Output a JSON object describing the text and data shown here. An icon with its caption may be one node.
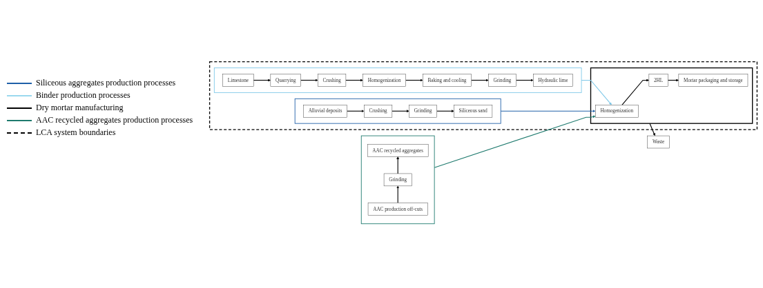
{
  "diagram": {
    "nodes": [
      {
        "text": [],
        "shape": "box"
      },
      {
        "text": [],
        "shape": "box",
        "in": 0
      },
      {
        "text": [
          "Limestone"
        ],
        "in": 1
      },
      {
        "text": [
          "Quarrying"
        ],
        "in": 1
      },
      {
        "text": [
          "Crushing"
        ],
        "in": 1
      },
      {
        "text": [
          "Homogenization"
        ],
        "in": 1
      },
      {
        "text": [
          "Baking and cooling"
        ],
        "in": 1
      },
      {
        "text": [
          "Grinding"
        ],
        "in": 1
      },
      {
        "text": [
          "Hydraulic lime"
        ],
        "in": 1
      },
      {
        "text": [],
        "shape": "box",
        "in": 0
      },
      {
        "text": [
          "Alluvial deposits"
        ],
        "in": 9
      },
      {
        "text": [
          "Crushing"
        ],
        "in": 9
      },
      {
        "text": [
          "Grinding"
        ],
        "in": 9
      },
      {
        "text": [
          "Siliceous sand"
        ],
        "in": 9
      },
      {
        "text": [],
        "shape": "box"
      },
      {
        "text": [
          "AAC recycled aggregates"
        ],
        "in": 14
      },
      {
        "text": [
          "Grinding"
        ],
        "in": 14
      },
      {
        "text": [
          "AAC production off-cuts"
        ],
        "in": 14
      },
      {
        "text": [],
        "shape": "box",
        "in": 0
      },
      {
        "text": [
          "Homogenization"
        ],
        "in": 18
      },
      {
        "text": [
          "2HL"
        ],
        "in": 18
      },
      {
        "text": [
          "Mortar packaging and storage"
        ],
        "in": 18
      },
      {
        "text": [
          "Waste"
        ]
      }
    ],
    "edges": [
      {
        "from": 2,
        "to": 3,
        "arrow": "to"
      },
      {
        "from": 3,
        "to": 4,
        "arrow": "to"
      },
      {
        "from": 4,
        "to": 5,
        "arrow": "to"
      },
      {
        "from": 5,
        "to": 6,
        "arrow": "to"
      },
      {
        "from": 6,
        "to": 7,
        "arrow": "to"
      },
      {
        "from": 7,
        "to": 8,
        "arrow": "to"
      },
      {
        "from": 10,
        "to": 11,
        "arrow": "to"
      },
      {
        "from": 11,
        "to": 12,
        "arrow": "to"
      },
      {
        "from": 12,
        "to": 13,
        "arrow": "to"
      },
      {
        "from": 17,
        "to": 16,
        "arrow": "to"
      },
      {
        "from": 16,
        "to": 15,
        "arrow": "to"
      },
      {
        "from": 1,
        "to": 19,
        "arrow": "to",
        "color": "#7ec8e8"
      },
      {
        "from": 9,
        "to": 19,
        "arrow": "to",
        "color": "#1f5fa8"
      },
      {
        "from": 14,
        "to": 19,
        "arrow": "to",
        "color": "#1e7a6e"
      },
      {
        "from": 19,
        "to": 20,
        "arrow": "to"
      },
      {
        "from": 20,
        "to": 21,
        "arrow": "to"
      },
      {
        "from": 18,
        "to": 22,
        "arrow": "to"
      }
    ],
    "legend": [
      {
        "text": "Siliceous aggregates production processes"
      },
      {
        "text": "Binder production processes"
      },
      {
        "text": "Dry mortar manufacturing"
      },
      {
        "text": "AAC recycled aggregates production processes"
      },
      {
        "text": "LCA system boundaries"
      }
    ]
  }
}
